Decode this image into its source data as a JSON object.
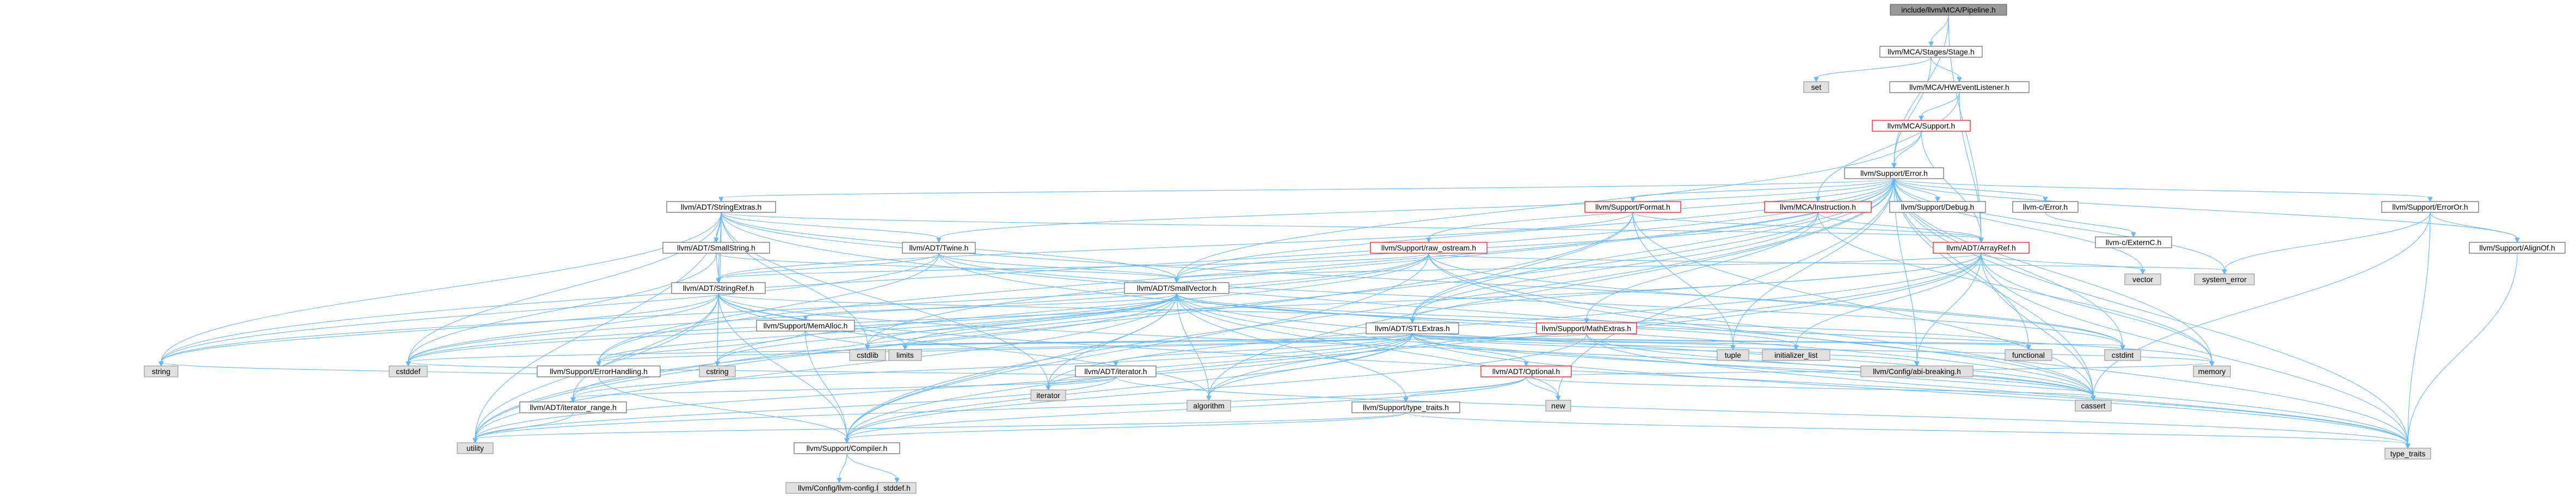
{
  "graph": {
    "colors": {
      "edge": "#63b8ff",
      "root_fill": "#999999",
      "external_fill": "#e0e0e0",
      "incomplete_border": "#ff0000",
      "node_border": "#666666"
    },
    "nodes": [
      {
        "id": "root",
        "label": "include/llvm/MCA/Pipeline.h",
        "style": "root"
      },
      {
        "id": "stage",
        "label": "llvm/MCA/Stages/Stage.h",
        "style": "normal"
      },
      {
        "id": "set",
        "label": "set",
        "style": "gray"
      },
      {
        "id": "hwevent",
        "label": "llvm/MCA/HWEventListener.h",
        "style": "normal"
      },
      {
        "id": "mcasupport",
        "label": "llvm/MCA/Support.h",
        "style": "red"
      },
      {
        "id": "error",
        "label": "llvm/Support/Error.h",
        "style": "normal"
      },
      {
        "id": "stringextras",
        "label": "llvm/ADT/StringExtras.h",
        "style": "normal"
      },
      {
        "id": "format",
        "label": "llvm/Support/Format.h",
        "style": "red"
      },
      {
        "id": "instruction",
        "label": "llvm/MCA/Instruction.h",
        "style": "red"
      },
      {
        "id": "debug",
        "label": "llvm/Support/Debug.h",
        "style": "normal"
      },
      {
        "id": "cerror",
        "label": "llvm-c/Error.h",
        "style": "normal"
      },
      {
        "id": "erroror",
        "label": "llvm/Support/ErrorOr.h",
        "style": "normal"
      },
      {
        "id": "smallstring",
        "label": "llvm/ADT/SmallString.h",
        "style": "normal"
      },
      {
        "id": "twine",
        "label": "llvm/ADT/Twine.h",
        "style": "normal"
      },
      {
        "id": "rawostream",
        "label": "llvm/Support/raw_ostream.h",
        "style": "red"
      },
      {
        "id": "arrayref",
        "label": "llvm/ADT/ArrayRef.h",
        "style": "red"
      },
      {
        "id": "externc",
        "label": "llvm-c/ExternC.h",
        "style": "normal"
      },
      {
        "id": "alignof",
        "label": "llvm/Support/AlignOf.h",
        "style": "normal"
      },
      {
        "id": "vector",
        "label": "vector",
        "style": "gray"
      },
      {
        "id": "systemerror",
        "label": "system_error",
        "style": "gray"
      },
      {
        "id": "stringref",
        "label": "llvm/ADT/StringRef.h",
        "style": "normal"
      },
      {
        "id": "smallvector",
        "label": "llvm/ADT/SmallVector.h",
        "style": "normal"
      },
      {
        "id": "memalloc",
        "label": "llvm/Support/MemAlloc.h",
        "style": "normal"
      },
      {
        "id": "stlextras",
        "label": "llvm/ADT/STLExtras.h",
        "style": "normal"
      },
      {
        "id": "mathextras",
        "label": "llvm/Support/MathExtras.h",
        "style": "red"
      },
      {
        "id": "errorhandling",
        "label": "llvm/Support/ErrorHandling.h",
        "style": "normal"
      },
      {
        "id": "iterator",
        "label": "llvm/ADT/iterator.h",
        "style": "normal"
      },
      {
        "id": "optional",
        "label": "llvm/ADT/Optional.h",
        "style": "red"
      },
      {
        "id": "iteratorrange",
        "label": "llvm/ADT/iterator_range.h",
        "style": "normal"
      },
      {
        "id": "typetraitsllvm",
        "label": "llvm/Support/type_traits.h",
        "style": "normal"
      },
      {
        "id": "compiler",
        "label": "llvm/Support/Compiler.h",
        "style": "normal"
      },
      {
        "id": "llvmconfig",
        "label": "llvm/Config/llvm-config.h",
        "style": "gray"
      },
      {
        "id": "stddef",
        "label": "stddef.h",
        "style": "gray"
      },
      {
        "id": "string",
        "label": "string",
        "style": "gray"
      },
      {
        "id": "cstddef",
        "label": "cstddef",
        "style": "gray"
      },
      {
        "id": "utility",
        "label": "utility",
        "style": "gray"
      },
      {
        "id": "cstring",
        "label": "cstring",
        "style": "gray"
      },
      {
        "id": "cstdlib",
        "label": "cstdlib",
        "style": "gray"
      },
      {
        "id": "limits",
        "label": "limits",
        "style": "gray"
      },
      {
        "id": "iteratorstd",
        "label": "iterator",
        "style": "gray"
      },
      {
        "id": "algorithm",
        "label": "algorithm",
        "style": "gray"
      },
      {
        "id": "new",
        "label": "new",
        "style": "gray"
      },
      {
        "id": "initlist",
        "label": "initializer_list",
        "style": "gray"
      },
      {
        "id": "tuple",
        "label": "tuple",
        "style": "gray"
      },
      {
        "id": "functional",
        "label": "functional",
        "style": "gray"
      },
      {
        "id": "cstdint",
        "label": "cstdint",
        "style": "gray"
      },
      {
        "id": "databreaking",
        "label": "llvm/Config/abi-breaking.h",
        "style": "gray"
      },
      {
        "id": "cassert",
        "label": "cassert",
        "style": "gray"
      },
      {
        "id": "memory",
        "label": "memory",
        "style": "gray"
      },
      {
        "id": "typetraits",
        "label": "type_traits",
        "style": "gray"
      }
    ],
    "edges": [
      [
        "root",
        "stage"
      ],
      [
        "root",
        "error"
      ],
      [
        "root",
        "arrayref"
      ],
      [
        "stage",
        "set"
      ],
      [
        "stage",
        "hwevent"
      ],
      [
        "stage",
        "error"
      ],
      [
        "hwevent",
        "mcasupport"
      ],
      [
        "hwevent",
        "arrayref"
      ],
      [
        "hwevent",
        "instruction"
      ],
      [
        "mcasupport",
        "error"
      ],
      [
        "mcasupport",
        "arrayref"
      ],
      [
        "mcasupport",
        "smallvector"
      ],
      [
        "error",
        "stringextras"
      ],
      [
        "error",
        "format"
      ],
      [
        "error",
        "debug"
      ],
      [
        "error",
        "cerror"
      ],
      [
        "error",
        "erroror"
      ],
      [
        "error",
        "twine"
      ],
      [
        "error",
        "rawostream"
      ],
      [
        "error",
        "smallvector"
      ],
      [
        "error",
        "stlextras"
      ],
      [
        "error",
        "alignof"
      ],
      [
        "error",
        "compiler"
      ],
      [
        "error",
        "errorhandling"
      ],
      [
        "error",
        "string"
      ],
      [
        "error",
        "utility"
      ],
      [
        "error",
        "vector"
      ],
      [
        "error",
        "systemerror"
      ],
      [
        "error",
        "cassert"
      ],
      [
        "error",
        "memory"
      ],
      [
        "error",
        "new"
      ],
      [
        "error",
        "cstdint"
      ],
      [
        "error",
        "cstdlib"
      ],
      [
        "error",
        "functional"
      ],
      [
        "error",
        "tuple"
      ],
      [
        "error",
        "typetraits"
      ],
      [
        "error",
        "databreaking"
      ],
      [
        "error",
        "algorithm"
      ],
      [
        "stringextras",
        "smallstring"
      ],
      [
        "stringextras",
        "twine"
      ],
      [
        "stringextras",
        "stringref"
      ],
      [
        "stringextras",
        "arrayref"
      ],
      [
        "stringextras",
        "smallvector"
      ],
      [
        "stringextras",
        "cstring"
      ],
      [
        "stringextras",
        "string"
      ],
      [
        "stringextras",
        "utility"
      ],
      [
        "stringextras",
        "iteratorstd"
      ],
      [
        "stringextras",
        "cstdint"
      ],
      [
        "stringextras",
        "cstddef"
      ],
      [
        "stringextras",
        "cstdlib"
      ],
      [
        "stringextras",
        "cassert"
      ],
      [
        "format",
        "arrayref"
      ],
      [
        "format",
        "stringref"
      ],
      [
        "format",
        "stlextras"
      ],
      [
        "format",
        "tuple"
      ],
      [
        "format",
        "utility"
      ],
      [
        "format",
        "cassert"
      ],
      [
        "instruction",
        "arrayref"
      ],
      [
        "instruction",
        "smallvector"
      ],
      [
        "instruction",
        "stlextras"
      ],
      [
        "instruction",
        "mathextras"
      ],
      [
        "instruction",
        "memory"
      ],
      [
        "cerror",
        "externc"
      ],
      [
        "erroror",
        "alignof"
      ],
      [
        "erroror",
        "systemerror"
      ],
      [
        "erroror",
        "typetraits"
      ],
      [
        "erroror",
        "cassert"
      ],
      [
        "smallstring",
        "stringref"
      ],
      [
        "smallstring",
        "smallvector"
      ],
      [
        "smallstring",
        "cstddef"
      ],
      [
        "twine",
        "smallvector"
      ],
      [
        "twine",
        "stringref"
      ],
      [
        "twine",
        "errorhandling"
      ],
      [
        "twine",
        "string"
      ],
      [
        "twine",
        "cstdint"
      ],
      [
        "twine",
        "cassert"
      ],
      [
        "rawostream",
        "stringref"
      ],
      [
        "rawostream",
        "compiler"
      ],
      [
        "rawostream",
        "cassert"
      ],
      [
        "rawostream",
        "cstddef"
      ],
      [
        "rawostream",
        "cstdint"
      ],
      [
        "rawostream",
        "cstring"
      ],
      [
        "rawostream",
        "string"
      ],
      [
        "rawostream",
        "systemerror"
      ],
      [
        "rawostream",
        "typetraits"
      ],
      [
        "arrayref",
        "smallvector"
      ],
      [
        "arrayref",
        "stlextras"
      ],
      [
        "arrayref",
        "compiler"
      ],
      [
        "arrayref",
        "algorithm"
      ],
      [
        "arrayref",
        "array"
      ],
      [
        "arrayref",
        "cassert"
      ],
      [
        "arrayref",
        "cstddef"
      ],
      [
        "arrayref",
        "initlist"
      ],
      [
        "arrayref",
        "iteratorstd"
      ],
      [
        "arrayref",
        "memory"
      ],
      [
        "arrayref",
        "typetraits"
      ],
      [
        "arrayref",
        "vector"
      ],
      [
        "arrayref",
        "databreaking"
      ],
      [
        "alignof",
        "typetraits"
      ],
      [
        "stringref",
        "stlextras"
      ],
      [
        "stringref",
        "iteratorrange"
      ],
      [
        "stringref",
        "compiler"
      ],
      [
        "stringref",
        "algorithm"
      ],
      [
        "stringref",
        "cassert"
      ],
      [
        "stringref",
        "cstddef"
      ],
      [
        "stringref",
        "cstring"
      ],
      [
        "stringref",
        "limits"
      ],
      [
        "stringref",
        "string"
      ],
      [
        "stringref",
        "typetraits"
      ],
      [
        "stringref",
        "utility"
      ],
      [
        "smallvector",
        "memalloc"
      ],
      [
        "smallvector",
        "typetraitsllvm"
      ],
      [
        "smallvector",
        "compiler"
      ],
      [
        "smallvector",
        "iteratorrange"
      ],
      [
        "smallvector",
        "errorhandling"
      ],
      [
        "smallvector",
        "algorithm"
      ],
      [
        "smallvector",
        "cassert"
      ],
      [
        "smallvector",
        "cstddef"
      ],
      [
        "smallvector",
        "cstdlib"
      ],
      [
        "smallvector",
        "cstring"
      ],
      [
        "smallvector",
        "functional"
      ],
      [
        "smallvector",
        "initlist"
      ],
      [
        "smallvector",
        "iteratorstd"
      ],
      [
        "smallvector",
        "limits"
      ],
      [
        "smallvector",
        "memory"
      ],
      [
        "smallvector",
        "new"
      ],
      [
        "smallvector",
        "typetraits"
      ],
      [
        "smallvector",
        "utility"
      ],
      [
        "memalloc",
        "compiler"
      ],
      [
        "memalloc",
        "errorhandling"
      ],
      [
        "memalloc",
        "cstdlib"
      ],
      [
        "stlextras",
        "optional"
      ],
      [
        "stlextras",
        "iterator"
      ],
      [
        "stlextras",
        "iteratorrange"
      ],
      [
        "stlextras",
        "errorhandling"
      ],
      [
        "stlextras",
        "compiler"
      ],
      [
        "stlextras",
        "databreaking"
      ],
      [
        "stlextras",
        "algorithm"
      ],
      [
        "stlextras",
        "cassert"
      ],
      [
        "stlextras",
        "cstddef"
      ],
      [
        "stlextras",
        "cstdint"
      ],
      [
        "stlextras",
        "cstdlib"
      ],
      [
        "stlextras",
        "functional"
      ],
      [
        "stlextras",
        "initlist"
      ],
      [
        "stlextras",
        "iteratorstd"
      ],
      [
        "stlextras",
        "limits"
      ],
      [
        "stlextras",
        "memory"
      ],
      [
        "stlextras",
        "tuple"
      ],
      [
        "stlextras",
        "typetraits"
      ],
      [
        "stlextras",
        "utility"
      ],
      [
        "mathextras",
        "compiler"
      ],
      [
        "mathextras",
        "cassert"
      ],
      [
        "mathextras",
        "limits"
      ],
      [
        "mathextras",
        "typetraits"
      ],
      [
        "errorhandling",
        "compiler"
      ],
      [
        "errorhandling",
        "string"
      ],
      [
        "iterator",
        "iteratorrange"
      ],
      [
        "iterator",
        "iteratorstd"
      ],
      [
        "iterator",
        "cstddef"
      ],
      [
        "iterator",
        "typetraits"
      ],
      [
        "iterator",
        "utility"
      ],
      [
        "optional",
        "compiler"
      ],
      [
        "optional",
        "typetraitsllvm"
      ],
      [
        "optional",
        "cassert"
      ],
      [
        "optional",
        "memory"
      ],
      [
        "optional",
        "new"
      ],
      [
        "optional",
        "utility"
      ],
      [
        "iteratorrange",
        "utility"
      ],
      [
        "typetraitsllvm",
        "compiler"
      ],
      [
        "typetraitsllvm",
        "typetraits"
      ],
      [
        "typetraitsllvm",
        "utility"
      ],
      [
        "compiler",
        "llvmconfig"
      ],
      [
        "compiler",
        "stddef"
      ]
    ]
  }
}
